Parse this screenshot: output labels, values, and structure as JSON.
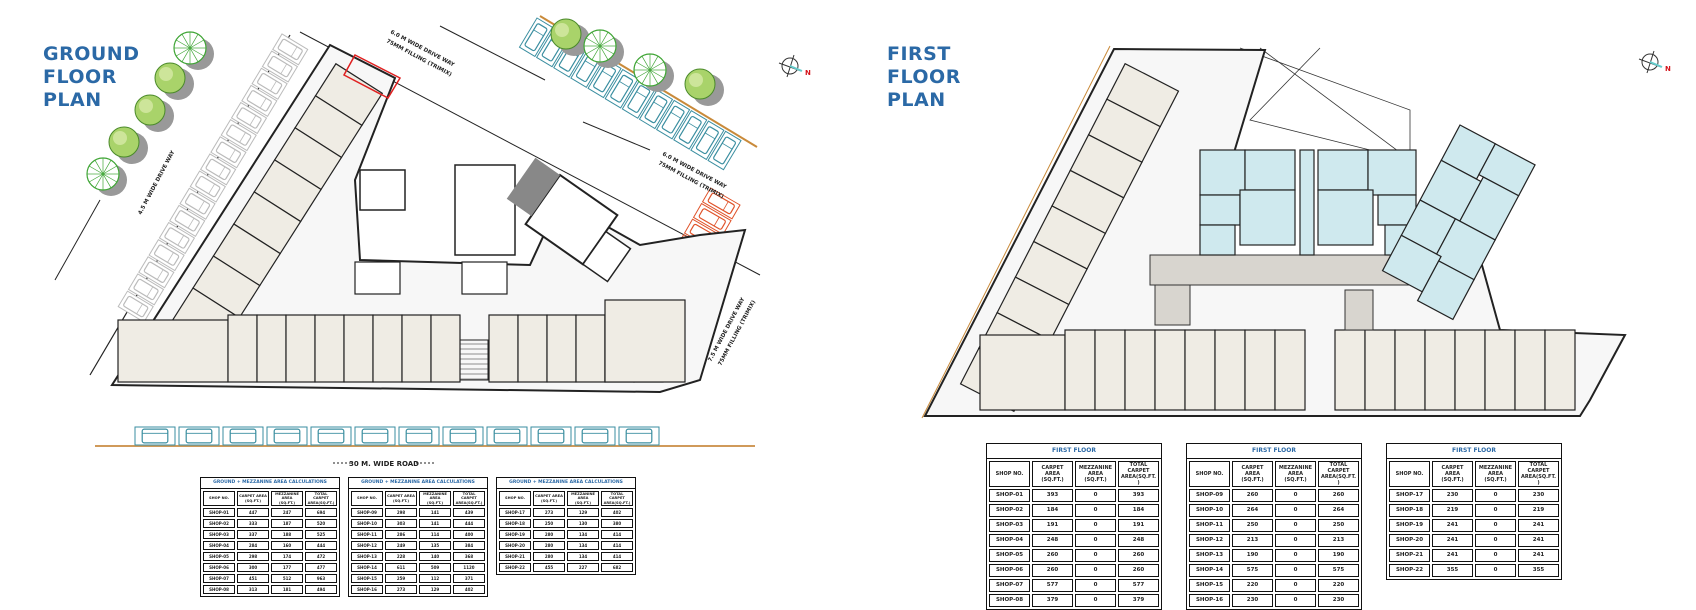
{
  "ground_floor": {
    "title_lines": [
      "GROUND",
      "FLOOR",
      "PLAN"
    ],
    "labels": {
      "top_driveway_1": "6.0 M WIDE DRIVE WAY",
      "top_driveway_1_fill": "75MM FILLING (TRIMIX)",
      "top_driveway_2": "6.0 M WIDE DRIVE WAY",
      "top_driveway_2_fill": "75MM FILLING (TRIMIX)",
      "left_driveway": "4.5 M WIDE DRIVE WAY",
      "right_driveway": "7.5 M WIDE DRIVE WAY",
      "right_driveway_fill": "75MM FILLING (TRIMIX)",
      "road": "30 M. WIDE ROAD",
      "compass_north": "N"
    },
    "tables": [
      {
        "caption": "GROUND + MEZZANINE AREA CALCULATIONS",
        "headers": [
          "SHOP NO.",
          "CARPET AREA (SQ.FT.)",
          "MEZZANINE AREA (SQ.FT.)",
          "TOTAL CARPET AREA(SQ.FT.)"
        ],
        "rows": [
          [
            "SHOP-01",
            "447",
            "247",
            "694"
          ],
          [
            "SHOP-02",
            "333",
            "187",
            "520"
          ],
          [
            "SHOP-03",
            "337",
            "188",
            "525"
          ],
          [
            "SHOP-04",
            "284",
            "160",
            "444"
          ],
          [
            "SHOP-05",
            "298",
            "174",
            "472"
          ],
          [
            "SHOP-06",
            "300",
            "177",
            "477"
          ],
          [
            "SHOP-07",
            "451",
            "512",
            "963"
          ],
          [
            "SHOP-08",
            "313",
            "181",
            "494"
          ]
        ]
      },
      {
        "caption": "GROUND + MEZZANINE AREA CALCULATIONS",
        "headers": [
          "SHOP NO.",
          "CARPET AREA (SQ.FT.)",
          "MEZZANINE AREA (SQ.FT.)",
          "TOTAL CARPET AREA(SQ.FT.)"
        ],
        "rows": [
          [
            "SHOP-09",
            "298",
            "141",
            "439"
          ],
          [
            "SHOP-10",
            "303",
            "141",
            "444"
          ],
          [
            "SHOP-11",
            "286",
            "114",
            "400"
          ],
          [
            "SHOP-12",
            "249",
            "135",
            "384"
          ],
          [
            "SHOP-13",
            "228",
            "140",
            "368"
          ],
          [
            "SHOP-14",
            "611",
            "509",
            "1120"
          ],
          [
            "SHOP-15",
            "259",
            "112",
            "371"
          ],
          [
            "SHOP-16",
            "273",
            "129",
            "402"
          ]
        ]
      },
      {
        "caption": "GROUND + MEZZANINE AREA CALCULATIONS",
        "headers": [
          "SHOP NO.",
          "CARPET AREA (SQ.FT.)",
          "MEZZANINE AREA (SQ.FT.)",
          "TOTAL CARPET AREA(SQ.FT.)"
        ],
        "rows": [
          [
            "SHOP-17",
            "273",
            "129",
            "402"
          ],
          [
            "SHOP-18",
            "250",
            "130",
            "380"
          ],
          [
            "SHOP-19",
            "280",
            "134",
            "414"
          ],
          [
            "SHOP-20",
            "280",
            "134",
            "414"
          ],
          [
            "SHOP-21",
            "280",
            "134",
            "414"
          ],
          [
            "SHOP-22",
            "455",
            "227",
            "682"
          ]
        ]
      }
    ]
  },
  "first_floor": {
    "title_lines": [
      "FIRST",
      "FLOOR",
      "PLAN"
    ],
    "labels": {
      "compass_north": "N"
    },
    "tables": [
      {
        "caption": "FIRST FLOOR",
        "headers": [
          "SHOP NO.",
          "CARPET AREA (SQ.FT.)",
          "MEZZANINE AREA (SQ.FT.)",
          "TOTAL CARPET AREA(SQ.FT.)"
        ],
        "rows": [
          [
            "SHOP-01",
            "393",
            "0",
            "393"
          ],
          [
            "SHOP-02",
            "184",
            "0",
            "184"
          ],
          [
            "SHOP-03",
            "191",
            "0",
            "191"
          ],
          [
            "SHOP-04",
            "248",
            "0",
            "248"
          ],
          [
            "SHOP-05",
            "260",
            "0",
            "260"
          ],
          [
            "SHOP-06",
            "260",
            "0",
            "260"
          ],
          [
            "SHOP-07",
            "577",
            "0",
            "577"
          ],
          [
            "SHOP-08",
            "379",
            "0",
            "379"
          ]
        ]
      },
      {
        "caption": "FIRST FLOOR",
        "headers": [
          "SHOP NO.",
          "CARPET AREA (SQ.FT.)",
          "MEZZANINE AREA (SQ.FT.)",
          "TOTAL CARPET AREA(SQ.FT.)"
        ],
        "rows": [
          [
            "SHOP-09",
            "260",
            "0",
            "260"
          ],
          [
            "SHOP-10",
            "264",
            "0",
            "264"
          ],
          [
            "SHOP-11",
            "250",
            "0",
            "250"
          ],
          [
            "SHOP-12",
            "213",
            "0",
            "213"
          ],
          [
            "SHOP-13",
            "190",
            "0",
            "190"
          ],
          [
            "SHOP-14",
            "575",
            "0",
            "575"
          ],
          [
            "SHOP-15",
            "220",
            "0",
            "220"
          ],
          [
            "SHOP-16",
            "230",
            "0",
            "230"
          ]
        ]
      },
      {
        "caption": "FIRST FLOOR",
        "headers": [
          "SHOP NO.",
          "CARPET AREA (SQ.FT.)",
          "MEZZANINE AREA (SQ.FT.)",
          "TOTAL CARPET AREA(SQ.FT.)"
        ],
        "rows": [
          [
            "SHOP-17",
            "230",
            "0",
            "230"
          ],
          [
            "SHOP-18",
            "219",
            "0",
            "219"
          ],
          [
            "SHOP-19",
            "241",
            "0",
            "241"
          ],
          [
            "SHOP-20",
            "241",
            "0",
            "241"
          ],
          [
            "SHOP-21",
            "241",
            "0",
            "241"
          ],
          [
            "SHOP-22",
            "355",
            "0",
            "355"
          ]
        ]
      }
    ]
  },
  "colors": {
    "title": "#2b69a6",
    "parking_blue": "#3a8ea0",
    "parking_orange": "#e0532a",
    "shop_fill": "#efece4",
    "flat_fill": "#cfe9ee",
    "tree_green": "#3fa535",
    "north": "#d4141b"
  }
}
